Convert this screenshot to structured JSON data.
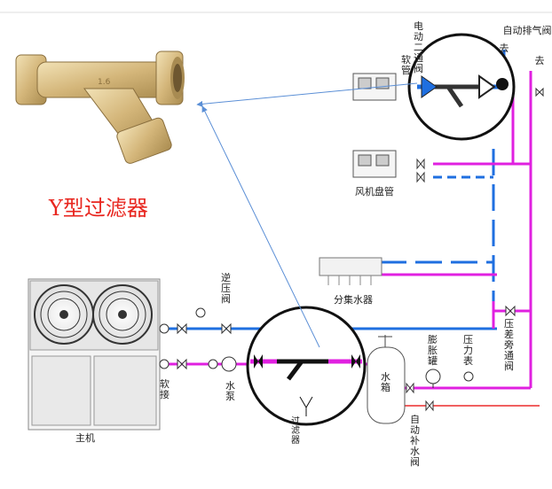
{
  "title": "Y型过滤器",
  "labels": {
    "motor_valve": "电动二通阀",
    "soft_pipe_top": "软管",
    "auto_vent": "自动排气阀",
    "fan_coil": "风机盘管",
    "manifold": "分集水器",
    "check_valve": "逆压阀",
    "main_unit": "主机",
    "soft_joint": "软接",
    "pump": "水泵",
    "filter_partial": "过滤器",
    "tank": "水箱",
    "expansion_tank": "膨胀罐",
    "pressure_gauge": "压力表",
    "bypass_valve": "压差旁通阀",
    "auto_makeup": "自动补水阀",
    "vent_symbol": "去"
  },
  "colors": {
    "supply": "#1f6fe0",
    "return": "#e020e0",
    "makeup": "#f06060",
    "title": "#e8261f",
    "brass": "#c9a96a"
  }
}
